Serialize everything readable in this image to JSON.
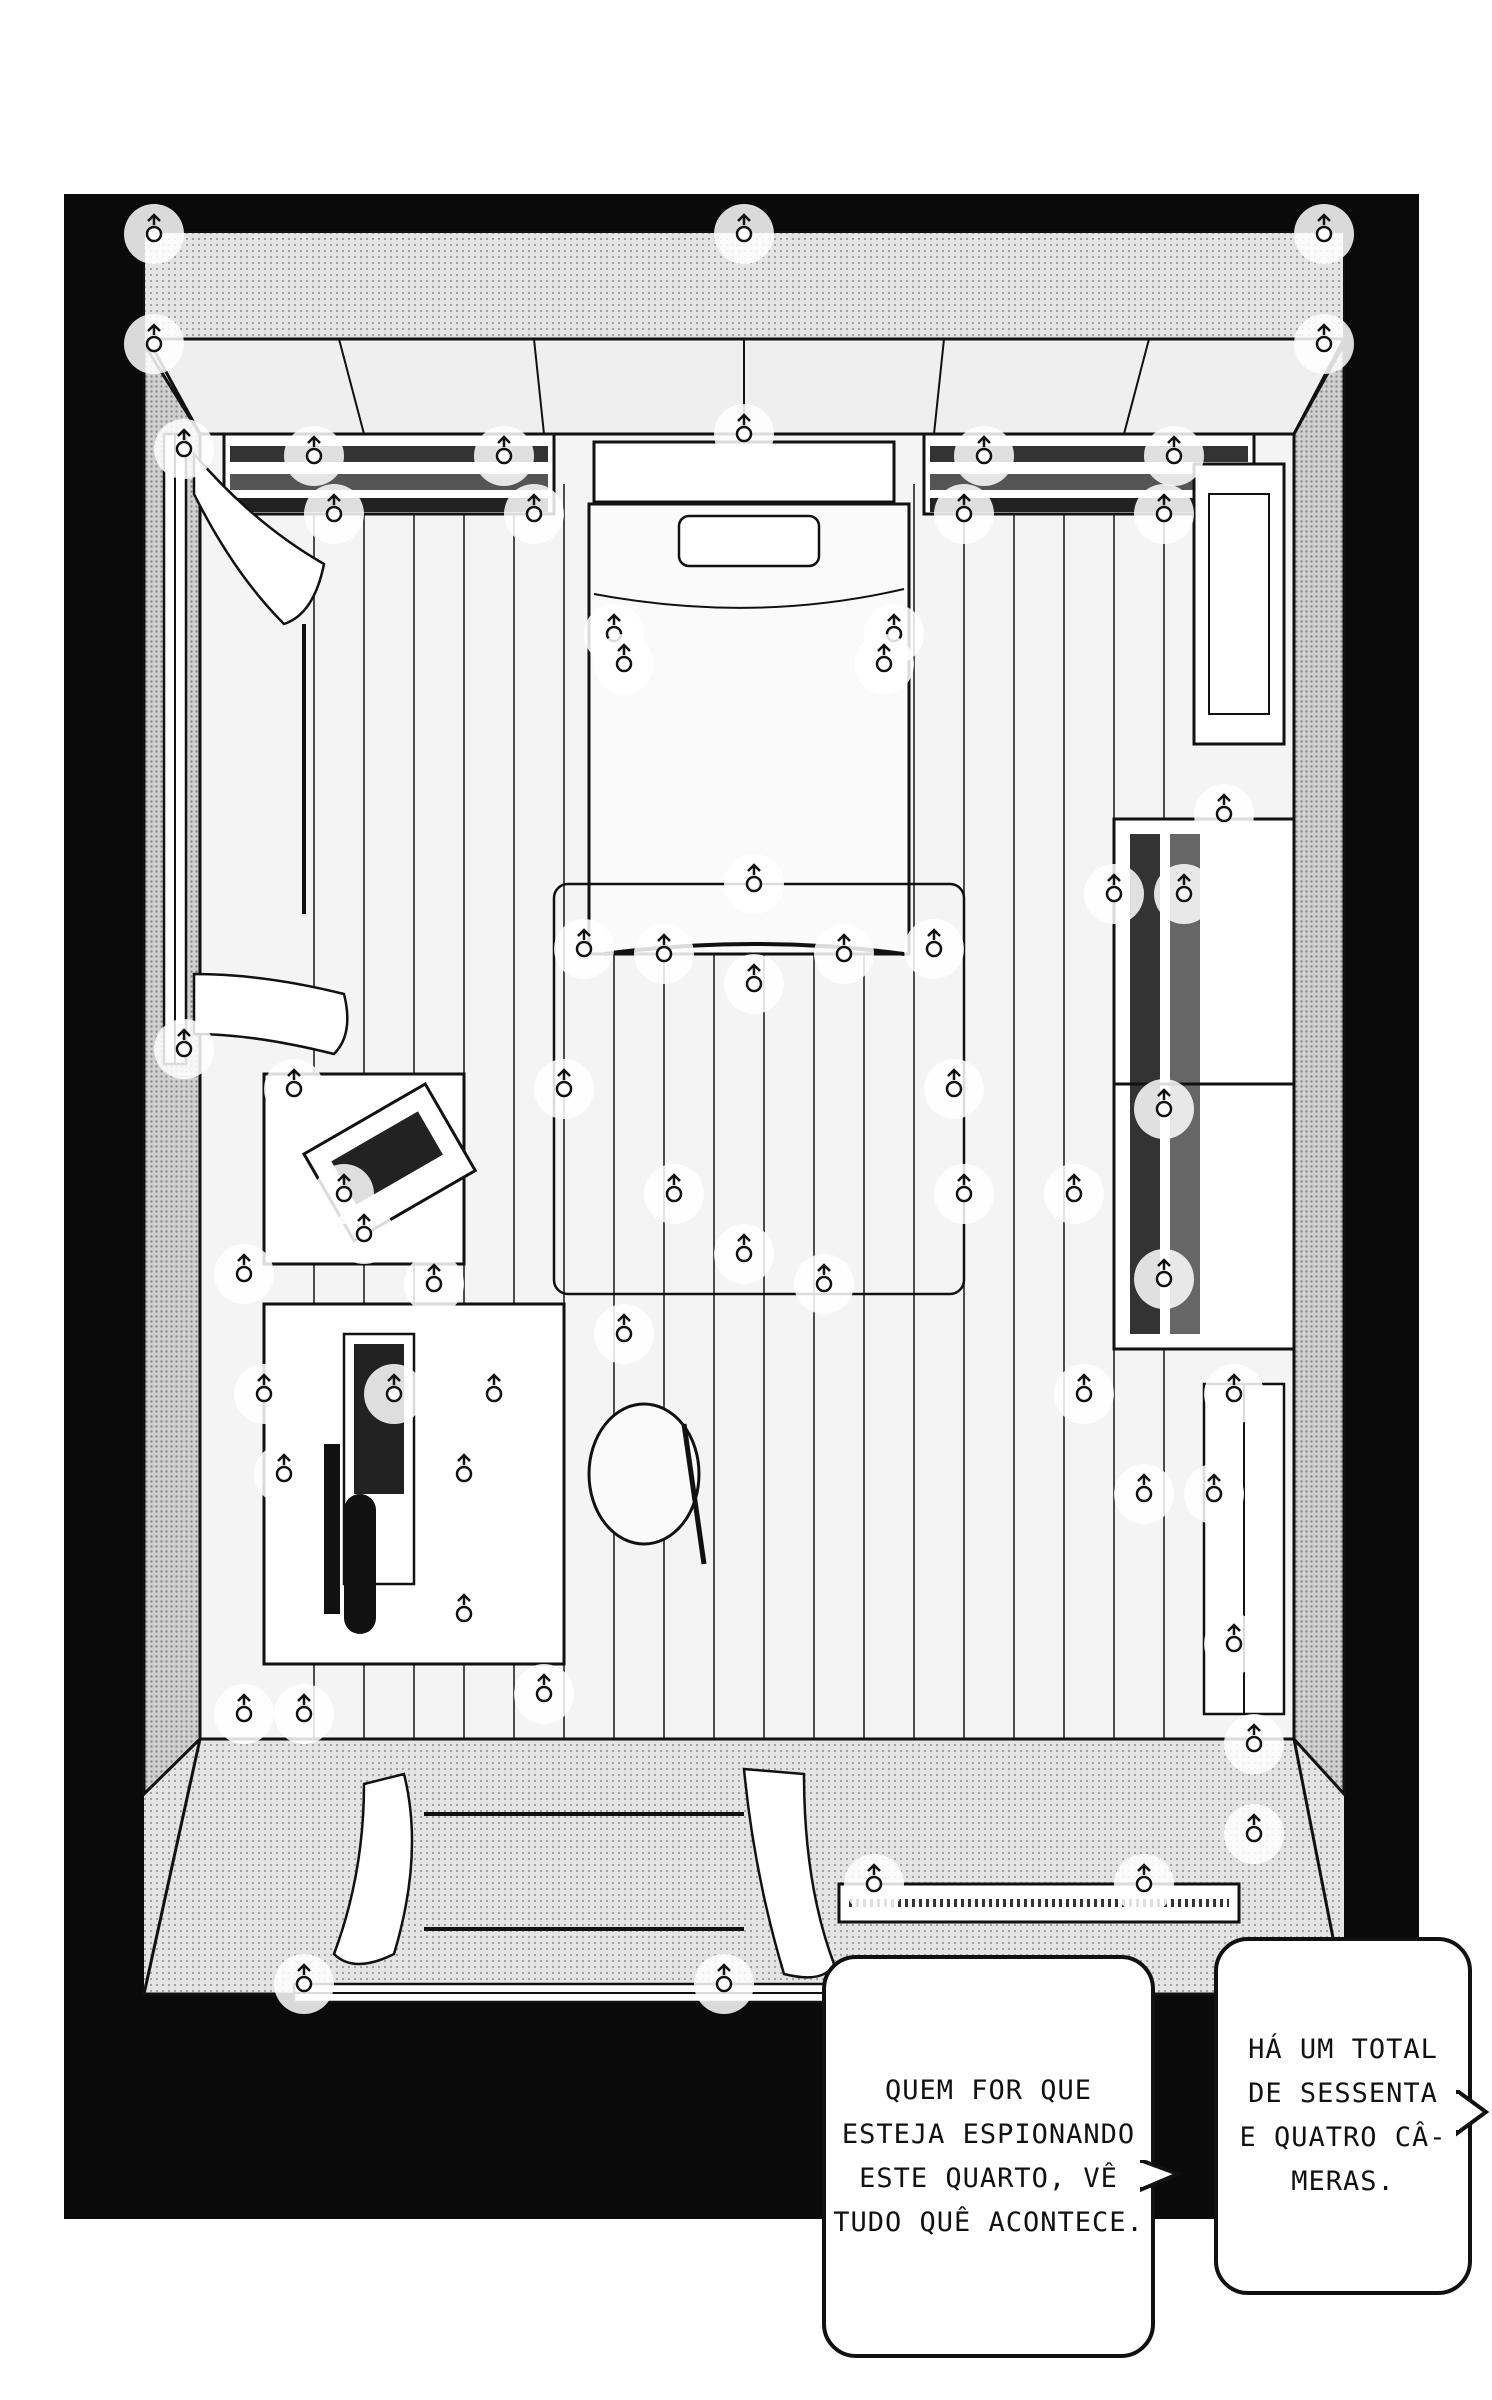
{
  "page": {
    "type": "manga-panel",
    "scene": "top-down-bedroom"
  },
  "bubbles": {
    "left": {
      "text": "QUEM FOR QUE\nESTEJA ESPIONANDO\nESTE QUARTO, VÊ\nTUDO QUÊ ACONTECE."
    },
    "right": {
      "text": "HÁ UM TOTAL\nDE SESSENTA\nE QUATRO CÂ-\nMERAS."
    }
  },
  "colors": {
    "ink": "#111111",
    "frame": "#0a0a0a",
    "screentone": "#d6d6d6",
    "paper": "#ffffff"
  },
  "icons": {
    "camera": "camera-icon"
  },
  "cameras": {
    "count": 64
  }
}
